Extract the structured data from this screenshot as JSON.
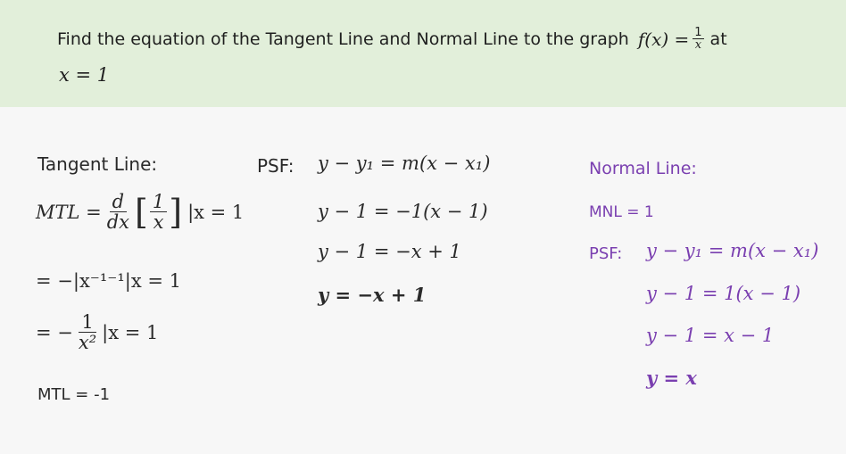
{
  "header": {
    "question_prefix": "Find the equation of the Tangent Line and Normal Line to the graph",
    "fx": "f(x) =",
    "fraction_numerator": "1",
    "fraction_denominator": "x",
    "question_suffix": "at",
    "condition": "x = 1",
    "background_color": "#e2efda"
  },
  "tangent": {
    "heading": "Tangent Line:",
    "mtl_label": "MTL =",
    "deriv_numerator": "d",
    "deriv_denominator": "dx",
    "inner_numerator": "1",
    "inner_denominator": "x",
    "eval_at": "|x = 1",
    "step2": "= −|x⁻¹⁻¹|x = 1",
    "step3_prefix": "= −",
    "step3_numerator": "1",
    "step3_denominator": "x²",
    "step3_suffix": "|x = 1",
    "result": "MTL = -1"
  },
  "psf": {
    "label": "PSF:",
    "lines": [
      "y − y₁ = m(x − x₁)",
      "y − 1 = −1(x − 1)",
      "y − 1 = −x + 1",
      "y = −x + 1"
    ]
  },
  "normal": {
    "heading": "Normal Line:",
    "mnl": "MNL = 1",
    "psf_label": "PSF:",
    "lines": [
      "y − y₁ = m(x − x₁)",
      "y − 1 = 1(x − 1)",
      "y − 1 = x − 1",
      "y = x"
    ],
    "color": "#7a3fb0"
  }
}
